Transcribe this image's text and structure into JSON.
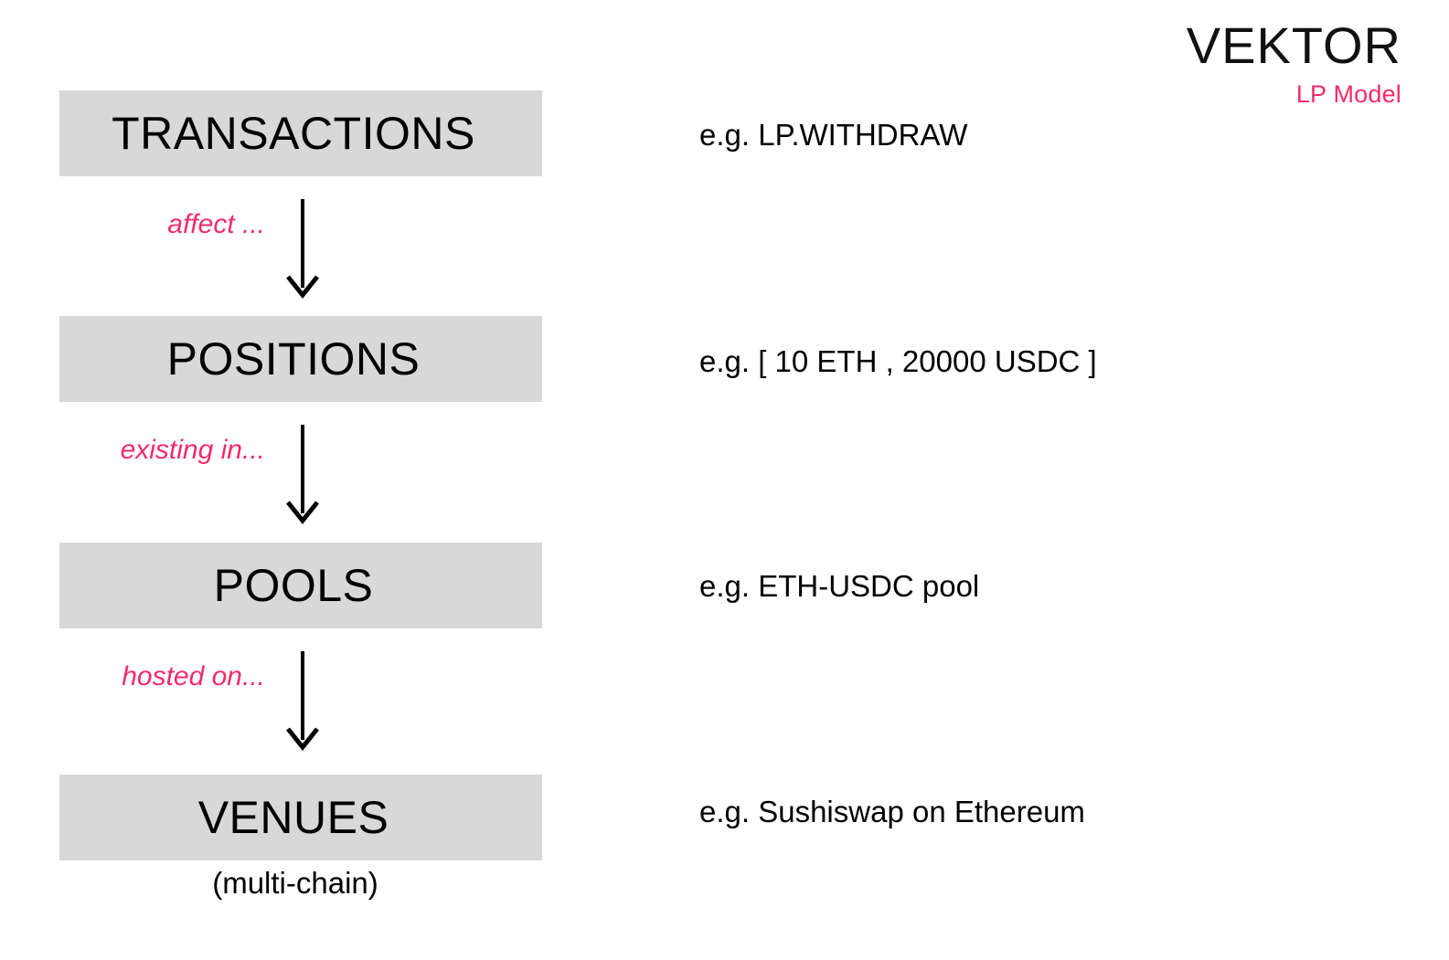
{
  "brand": {
    "name": "VEKTOR",
    "subtitle": "LP Model",
    "accent_color": "#F42B6B"
  },
  "diagram": {
    "type": "flow",
    "box_fill_color": "#D8D8D8",
    "text_color": "#000000",
    "nodes": [
      {
        "label": "TRANSACTIONS",
        "example": "e.g. LP.WITHDRAW"
      },
      {
        "label": "POSITIONS",
        "example": "e.g. [ 10 ETH , 20000 USDC ]"
      },
      {
        "label": "POOLS",
        "example": "e.g. ETH-USDC pool"
      },
      {
        "label": "VENUES",
        "example": "e.g. Sushiswap on Ethereum",
        "caption": "(multi-chain)"
      }
    ],
    "connectors": [
      {
        "label": "affect ...",
        "icon": "down-arrow-icon"
      },
      {
        "label": "existing in...",
        "icon": "down-arrow-icon"
      },
      {
        "label": "hosted on...",
        "icon": "down-arrow-icon"
      }
    ]
  }
}
